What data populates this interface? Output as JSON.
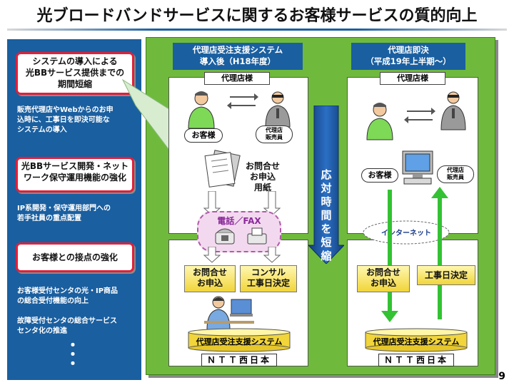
{
  "title": "光ブロードバンドサービスに関するお客様サービスの質的向上",
  "page_number": "9",
  "left_panel": {
    "items": [
      {
        "heading": "システムの導入による\n光BBサービス提供までの\n期間短縮",
        "description": "販売代理店やWebからのお申\n込時に、工事日を即決可能な\nシステムの導入"
      },
      {
        "heading": "光BBサービス開発・ネット\nワーク保守運用機能の強化",
        "description": "IP系開発・保守運用部門への\n若手社員の重点配置"
      },
      {
        "heading": "お客様との接点の強化",
        "description": "お客様受付センタの光・IP商品\nの総合受付機能の向上\n\n故障受付センタの総合サービス\nセンタ化の推進"
      }
    ],
    "more": "・\n・\n・"
  },
  "center_arrow_text": "応対時間を短縮",
  "left_column": {
    "header": "代理店受注支援システム\n導入後（H18年度）",
    "agency_label": "代理店様",
    "customer_label": "お客様",
    "agency_staff_label": "代理店\n販売員",
    "form_label": "お問合せ\nお申込\n用紙",
    "phone_fax_label": "電話／FAX",
    "inquiry_label": "お問合せ\nお申込",
    "consult_label": "コンサル\n工事日決定",
    "system_label": "代理店受注支援システム",
    "company_label": "ＮＴＴ西日本"
  },
  "right_column": {
    "header": "代理店即決\n（平成19年上半期～）",
    "agency_label": "代理店様",
    "customer_label": "お客様",
    "agency_staff_label": "代理店\n販売員",
    "internet_label": "インターネット",
    "inquiry_label": "お問合せ\nお申込",
    "schedule_label": "工事日決定",
    "system_label": "代理店受注支援システム",
    "company_label": "ＮＴＴ西日本"
  },
  "colors": {
    "blue": "#1a5fa0",
    "green": "#6fba3c",
    "red_border": "#e0203a",
    "arrow_green": "#33c233",
    "yellow": "#f1d53a"
  }
}
